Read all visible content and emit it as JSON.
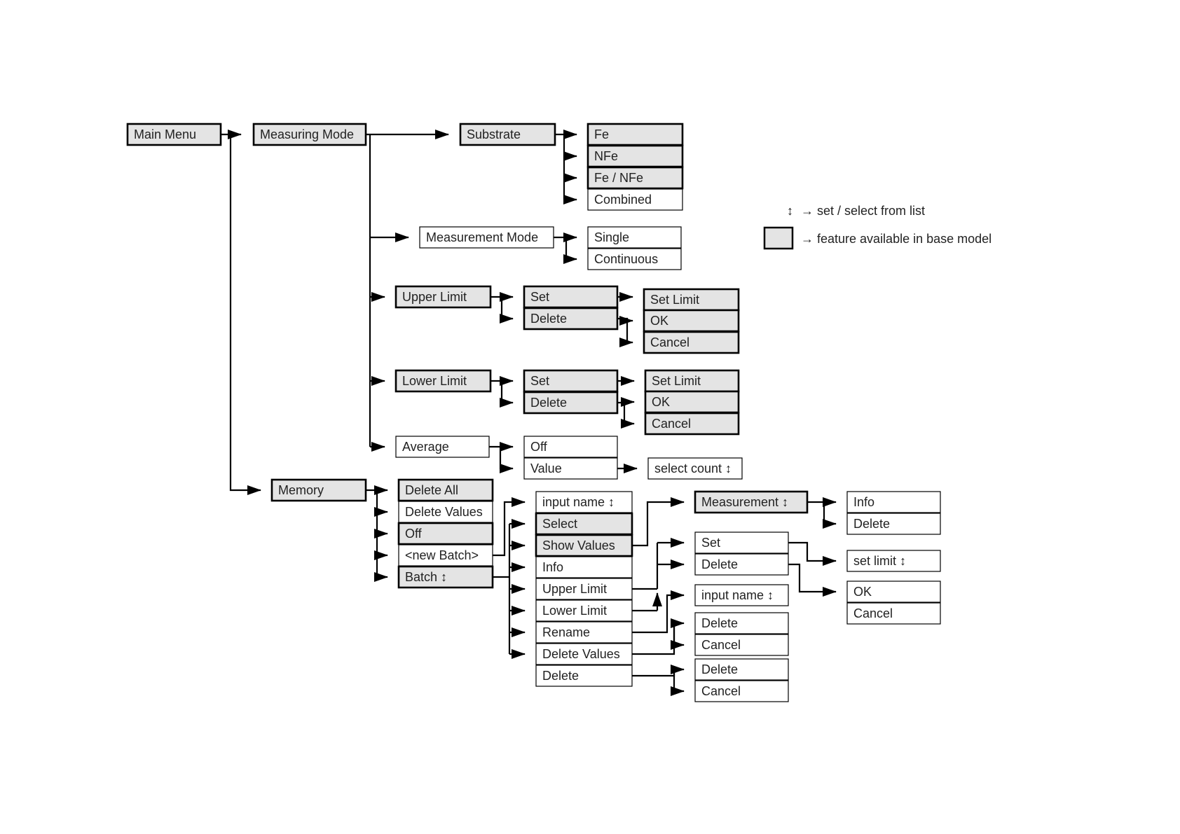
{
  "colors": {
    "base_fill": "#e4e4e4",
    "plain_fill": "#ffffff",
    "line": "#000000"
  },
  "legend": {
    "arrow_glyph": "↕",
    "arrow_text": "→ set / select from list",
    "box_text": "→ feature available in base model"
  },
  "nodes": [
    {
      "id": "main-menu",
      "label": "Main Menu",
      "base": true
    },
    {
      "id": "measuring-mode",
      "label": "Measuring Mode",
      "base": true
    },
    {
      "id": "substrate",
      "label": "Substrate",
      "base": true
    },
    {
      "id": "substrate-fe",
      "label": "Fe",
      "base": true
    },
    {
      "id": "substrate-nfe",
      "label": "NFe",
      "base": true
    },
    {
      "id": "substrate-fe-nfe",
      "label": "Fe / NFe",
      "base": true
    },
    {
      "id": "substrate-combined",
      "label": "Combined",
      "base": false
    },
    {
      "id": "measurement-mode",
      "label": "Measurement Mode",
      "base": false
    },
    {
      "id": "mode-single",
      "label": "Single",
      "base": false
    },
    {
      "id": "mode-continuous",
      "label": "Continuous",
      "base": false
    },
    {
      "id": "upper-limit",
      "label": "Upper Limit",
      "base": true
    },
    {
      "id": "upper-set",
      "label": "Set",
      "base": true
    },
    {
      "id": "upper-delete",
      "label": "Delete",
      "base": true
    },
    {
      "id": "upper-set-limit",
      "label": "Set Limit",
      "base": true
    },
    {
      "id": "upper-ok",
      "label": "OK",
      "base": true
    },
    {
      "id": "upper-cancel",
      "label": "Cancel",
      "base": true
    },
    {
      "id": "lower-limit",
      "label": "Lower Limit",
      "base": true
    },
    {
      "id": "lower-set",
      "label": "Set",
      "base": true
    },
    {
      "id": "lower-delete",
      "label": "Delete",
      "base": true
    },
    {
      "id": "lower-set-limit",
      "label": "Set Limit",
      "base": true
    },
    {
      "id": "lower-ok",
      "label": "OK",
      "base": true
    },
    {
      "id": "lower-cancel",
      "label": "Cancel",
      "base": true
    },
    {
      "id": "average",
      "label": "Average",
      "base": false
    },
    {
      "id": "average-off",
      "label": "Off",
      "base": false
    },
    {
      "id": "average-value",
      "label": "Value",
      "base": false
    },
    {
      "id": "select-count",
      "label": "select count ↕",
      "base": false
    },
    {
      "id": "memory",
      "label": "Memory",
      "base": true
    },
    {
      "id": "delete-all",
      "label": "Delete All",
      "base": true
    },
    {
      "id": "memory-delete-values",
      "label": "Delete Values",
      "base": false
    },
    {
      "id": "memory-off",
      "label": "Off",
      "base": true
    },
    {
      "id": "new-batch",
      "label": "<new Batch>",
      "base": false
    },
    {
      "id": "batch",
      "label": "Batch ↕",
      "base": true
    },
    {
      "id": "batch-input-name",
      "label": "input name ↕",
      "base": false
    },
    {
      "id": "batch-select",
      "label": "Select",
      "base": true
    },
    {
      "id": "batch-show-values",
      "label": "Show Values",
      "base": true
    },
    {
      "id": "batch-info",
      "label": "Info",
      "base": false
    },
    {
      "id": "batch-upper-limit",
      "label": "Upper Limit",
      "base": false
    },
    {
      "id": "batch-lower-limit",
      "label": "Lower Limit",
      "base": false
    },
    {
      "id": "batch-rename",
      "label": "Rename",
      "base": false
    },
    {
      "id": "batch-delete-values",
      "label": "Delete Values",
      "base": false
    },
    {
      "id": "batch-delete",
      "label": "Delete",
      "base": false
    },
    {
      "id": "measurement-select",
      "label": "Measurement ↕",
      "base": true
    },
    {
      "id": "measurement-info",
      "label": "Info",
      "base": false
    },
    {
      "id": "measurement-delete",
      "label": "Delete",
      "base": false
    },
    {
      "id": "limit-set",
      "label": "Set",
      "base": false
    },
    {
      "id": "limit-delete",
      "label": "Delete",
      "base": false
    },
    {
      "id": "set-limit-select",
      "label": "set limit ↕",
      "base": false
    },
    {
      "id": "limit-ok",
      "label": "OK",
      "base": false
    },
    {
      "id": "limit-cancel",
      "label": "Cancel",
      "base": false
    },
    {
      "id": "rename-input-name",
      "label": "input name ↕",
      "base": false
    },
    {
      "id": "delvalues-delete",
      "label": "Delete",
      "base": false
    },
    {
      "id": "delvalues-cancel",
      "label": "Cancel",
      "base": false
    },
    {
      "id": "batchdel-delete",
      "label": "Delete",
      "base": false
    },
    {
      "id": "batchdel-cancel",
      "label": "Cancel",
      "base": false
    }
  ]
}
